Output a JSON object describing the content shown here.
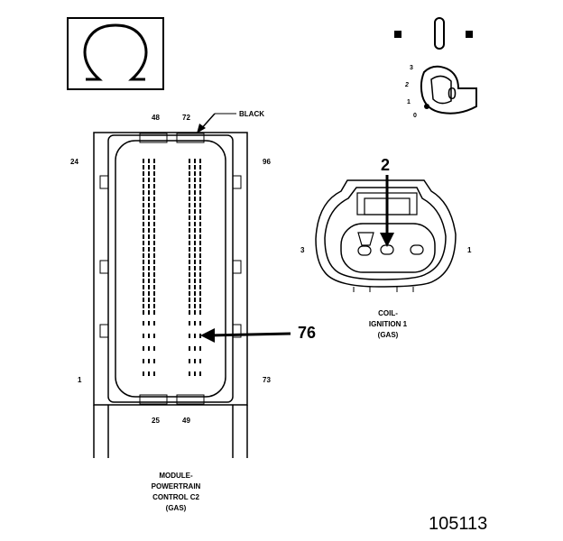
{
  "symbol": {
    "name": "ohm-icon",
    "glyph": "Ω"
  },
  "key": {
    "positions": [
      "3",
      "2",
      "1",
      "0"
    ],
    "head_label": "0"
  },
  "pcm_connector": {
    "color_label": "BLACK",
    "pins": {
      "top_left": "48",
      "top_right": "72",
      "left_top": "24",
      "right_top": "96",
      "left_bottom": "1",
      "right_bottom": "73",
      "bottom_left": "25",
      "bottom_right": "49"
    },
    "callout": "76",
    "caption": [
      "MODULE-",
      "POWERTRAIN",
      "CONTROL C2",
      "(GAS)"
    ]
  },
  "coil_connector": {
    "callout": "2",
    "pin_left": "3",
    "pin_right": "1",
    "caption": [
      "COIL-",
      "IGNITION 1",
      "(GAS)"
    ]
  },
  "figure_number": "105113"
}
